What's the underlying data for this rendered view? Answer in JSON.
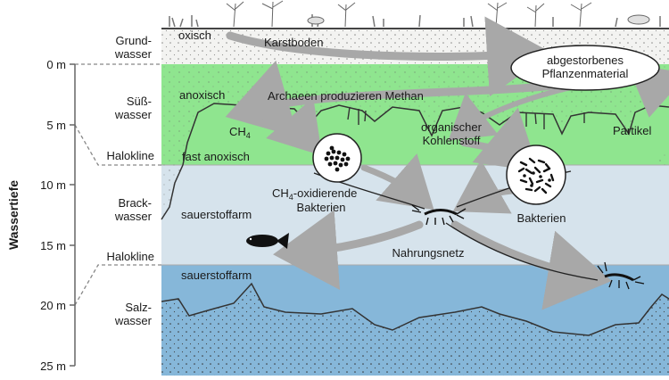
{
  "axis": {
    "title": "Wassertiefe",
    "ticks": [
      "0 m",
      "5 m",
      "10 m",
      "15 m",
      "20 m",
      "25 m"
    ]
  },
  "zones": {
    "grundwasser": [
      "Grund-",
      "wasser"
    ],
    "suesswasser": [
      "Süß-",
      "wasser"
    ],
    "halokline_1": "Halokline",
    "brackwasser": [
      "Brack-",
      "wasser"
    ],
    "halokline_2": "Halokline",
    "salzwasser": [
      "Salz-",
      "wasser"
    ]
  },
  "labels": {
    "oxisch": "oxisch",
    "karstboden": "Karstboden",
    "pflanzen": [
      "abgestorbenes",
      "Pflanzenmaterial"
    ],
    "anoxisch": "anoxisch",
    "archaeen": "Archaeen produzieren Methan",
    "ch4": "CH",
    "ch4_sub": "4",
    "organisch": [
      "organischer",
      "Kohlenstoff"
    ],
    "partikel": "Partikel",
    "fast_anoxisch": "fast anoxisch",
    "ch4_oxid_prefix": "CH",
    "ch4_oxid_sub": "4",
    "ch4_oxid_suffix": "-oxidierende",
    "bakterien_1": "Bakterien",
    "sauerstoffarm_1": "sauerstoffarm",
    "bakterien_2": "Bakterien",
    "nahrungsnetz": "Nahrungsnetz",
    "sauerstoffarm_2": "sauerstoffarm"
  },
  "colors": {
    "oxic_layer": "#f3f3f1",
    "fresh_water": "#8fe58f",
    "brackish_water": "#d6e3ec",
    "salt_water": "#86b7d9",
    "arrow": "#a8a8a8",
    "guide_line": "#888888"
  }
}
